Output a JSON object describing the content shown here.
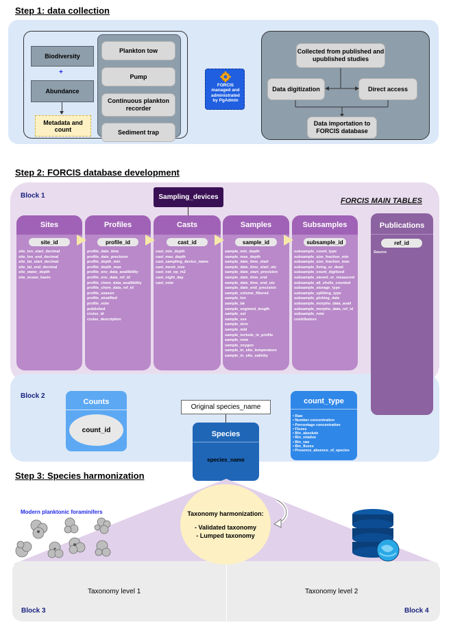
{
  "step1": {
    "title": "Step 1: data collection",
    "biodiversity": "Biodiversity",
    "plus": "+",
    "abundance": "Abundance",
    "metadata": "Metadata and count",
    "devices": [
      "Plankton tow",
      "Pump",
      "Continuous plankton recorder",
      "Sediment trap"
    ],
    "forcis_lines": [
      "FORCIS",
      "managed and",
      "administrated",
      "by PgAdmin"
    ],
    "collected": "Collected from published and upublished studies",
    "digitization": "Data digitization",
    "direct_access": "Direct access",
    "importation": "Data importation to FORCIS database"
  },
  "step2": {
    "title": "Step 2: FORCIS database development",
    "block1": "Block 1",
    "main_tables": "FORCIS MAIN TABLES",
    "sampling_devices": "Sampling_devices",
    "tables": [
      {
        "name": "Sites",
        "key": "site_id",
        "fields": [
          "site_lon_start_decimal",
          "site_lon_end_decimal",
          "site_lat_start_decimal",
          "site_lat_end_decimal",
          "site_water_depth",
          "site_ocean_basin"
        ]
      },
      {
        "name": "Profiles",
        "key": "profile_id",
        "fields": [
          "profile_date_time",
          "profile_date_precision",
          "profile_depth_min",
          "profile_depth_max",
          "profile_env_data_availibility",
          "profile_env_data_ref_id",
          "profile_chem_data_availibility",
          "profile_chem_data_ref_id",
          "profile_season",
          "profile_stratified",
          "profile_note",
          "published",
          "cruise_id",
          "cruise_description"
        ]
      },
      {
        "name": "Casts",
        "key": "cast_id",
        "fields": [
          "cast_min_depth",
          "cast_max_depth",
          "cast_sampling_device_name",
          "cast_mesh_size",
          "cast_net_op_m2",
          "cast_night_day",
          "cast_note"
        ]
      },
      {
        "name": "Samples",
        "key": "sample_id",
        "fields": [
          "sample_min_depth",
          "sample_max_depth",
          "sample_date_time_start",
          "sample_date_time_start_utc",
          "sample_date_start_precision",
          "sample_date_time_end",
          "sample_date_time_end_utc",
          "sample_date_end_precision",
          "sample_volume_filtered",
          "sample_lon",
          "sample_lat",
          "sample_segment_length",
          "sample_sst",
          "sample_sss",
          "sample_dcm",
          "sample_mld",
          "sample_include_in_profile",
          "sample_note",
          "sample_oxygen",
          "sample_in_situ_temperature",
          "sample_in_situ_salinity"
        ]
      },
      {
        "name": "Subsamples",
        "key": "subsample_id",
        "fields": [
          "subsample_count_type",
          "subsample_size_fraction_min",
          "subsample_size_fraction_max",
          "subsample_living_or_dead",
          "subsample_count_digitized",
          "subsample_sieved_or_measured",
          "subsample_all_shells_counted",
          "subsample_storage_type",
          "subsample_splitting_type",
          "subsample_picking_date",
          "subsample_morpho_data_avail",
          "subsample_morpho_data_ref_id",
          "subsample_note",
          "contributors"
        ]
      }
    ],
    "publications": {
      "name": "Publications",
      "key": "ref_id",
      "fields": [
        "Source"
      ]
    },
    "block2": "Block 2",
    "counts": {
      "name": "Counts",
      "key": "count_id"
    },
    "original_species": "Original species_name",
    "species": {
      "name": "Species",
      "key": "species_name"
    },
    "count_type": {
      "name": "count_type",
      "items": [
        "Raw",
        "Number concentration",
        "Percentage concentration",
        "Fluxes",
        "Bin_absolute",
        "Bin_relative",
        "Bin_raw",
        "Bin_fluxes",
        "Presence_absence_of_species"
      ]
    }
  },
  "step3": {
    "title": "Step 3: Species harmonization",
    "modern": "Modern planktonic foraminifers",
    "harmonization_title": "Taxonomy harmonization:",
    "validated": "- Validated taxonomy",
    "lumped": "- Lumped taxonomy",
    "level1": "Taxonomy level 1",
    "level2": "Taxonomy level 2",
    "block3": "Block 3",
    "block4": "Block 4"
  },
  "colors": {
    "step1_bg": "#dbe8f8",
    "block_purple": "#c79ccc",
    "block_light": "#e9dcee",
    "table_header": "#a062b6",
    "table_body": "#b989c9",
    "publications": "#8c62a0",
    "sampling_devices": "#3a1054",
    "species_blue": "#1f66b7",
    "count_type_blue": "#2f87e8",
    "counts_blue": "#5ca8f3",
    "harmonization": "#fdf1c4",
    "block3_text": "#1a237e",
    "modern_text": "#1f27e6"
  }
}
